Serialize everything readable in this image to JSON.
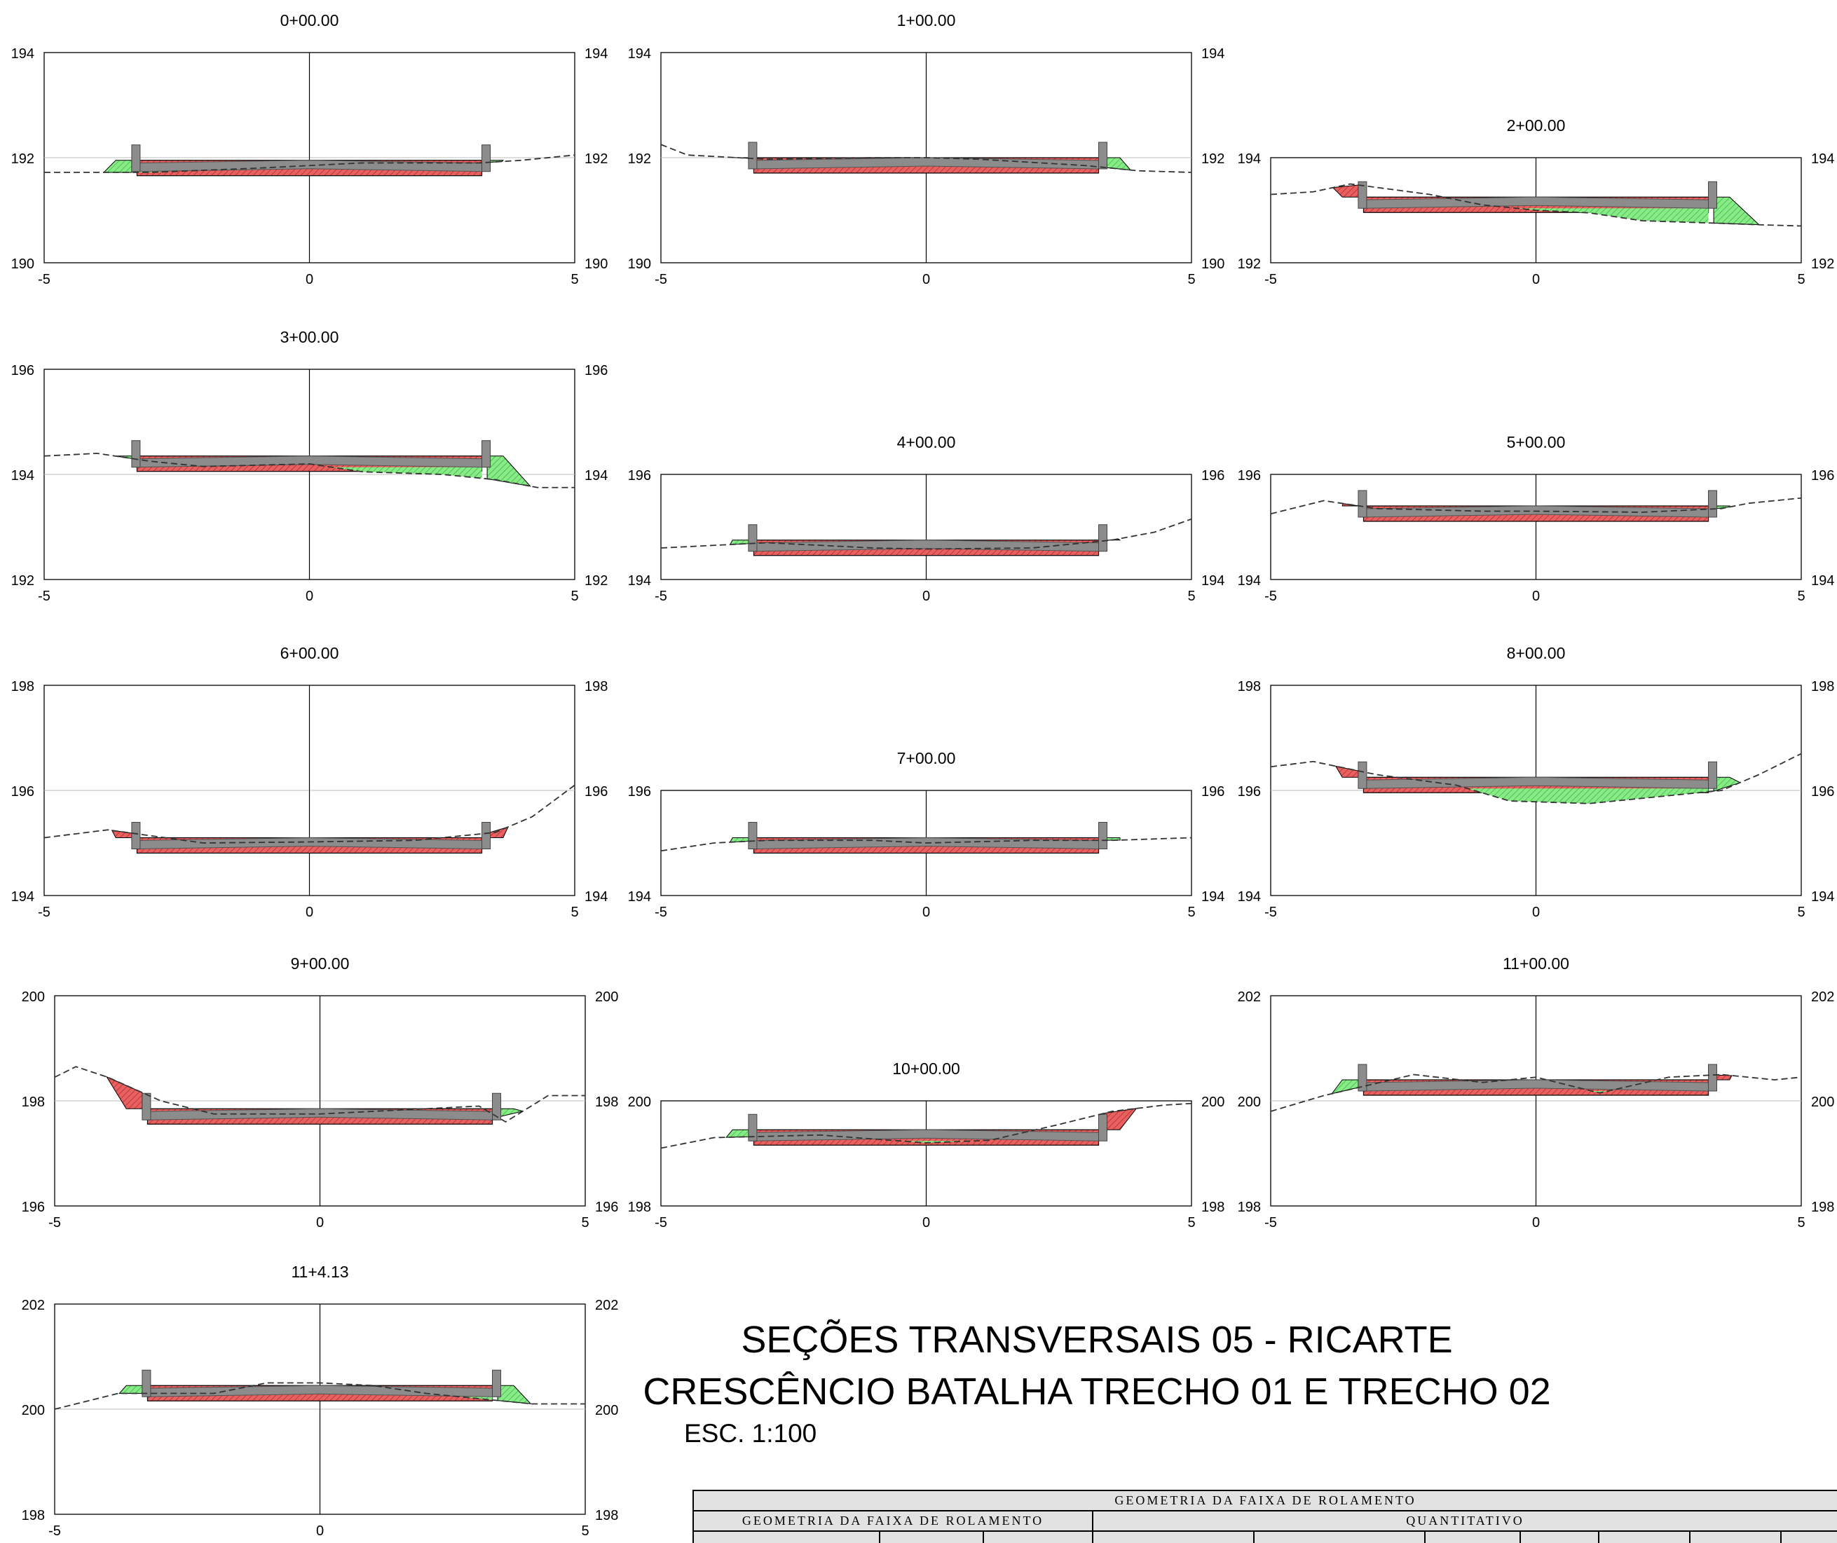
{
  "sections": [
    {
      "station": "0+00.00",
      "y_min": 190,
      "y_max": 194,
      "y_ticks": [
        194,
        192,
        190
      ],
      "x_ticks": [
        -5,
        0,
        5
      ],
      "road_elev": 191.95,
      "ground": [
        [
          -5,
          191.72
        ],
        [
          -3,
          191.72
        ],
        [
          -1,
          191.8
        ],
        [
          0,
          191.85
        ],
        [
          1,
          191.9
        ],
        [
          3.2,
          191.9
        ],
        [
          4,
          191.95
        ],
        [
          5,
          192.05
        ]
      ]
    },
    {
      "station": "1+00.00",
      "y_min": 190,
      "y_max": 194,
      "y_ticks": [
        194,
        192,
        190
      ],
      "x_ticks": [
        -5,
        0,
        5
      ],
      "road_elev": 192.0,
      "ground": [
        [
          -5,
          192.25
        ],
        [
          -4.5,
          192.05
        ],
        [
          -3,
          191.97
        ],
        [
          -1,
          192.0
        ],
        [
          0,
          192.0
        ],
        [
          1,
          191.97
        ],
        [
          3,
          191.85
        ],
        [
          4,
          191.75
        ],
        [
          5,
          191.72
        ]
      ]
    },
    {
      "station": "2+00.00",
      "y_min": 192,
      "y_max": 194,
      "y_ticks": [
        194,
        192
      ],
      "x_ticks": [
        -5,
        0,
        5
      ],
      "road_elev": 193.25,
      "ground": [
        [
          -5,
          193.3
        ],
        [
          -4.2,
          193.35
        ],
        [
          -3.5,
          193.5
        ],
        [
          -2,
          193.3
        ],
        [
          -1,
          193.1
        ],
        [
          0,
          193.0
        ],
        [
          1,
          192.95
        ],
        [
          2,
          192.8
        ],
        [
          3.5,
          192.75
        ],
        [
          4.3,
          192.72
        ],
        [
          5,
          192.7
        ]
      ]
    },
    {
      "station": "3+00.00",
      "y_min": 192,
      "y_max": 196,
      "y_ticks": [
        196,
        194,
        192
      ],
      "x_ticks": [
        -5,
        0,
        5
      ],
      "road_elev": 194.35,
      "ground": [
        [
          -5,
          194.35
        ],
        [
          -4,
          194.4
        ],
        [
          -3,
          194.25
        ],
        [
          -2,
          194.15
        ],
        [
          0,
          194.2
        ],
        [
          1,
          194.05
        ],
        [
          2.5,
          194.0
        ],
        [
          3.5,
          193.9
        ],
        [
          4.3,
          193.75
        ],
        [
          5,
          193.75
        ]
      ]
    },
    {
      "station": "4+00.00",
      "y_min": 194,
      "y_max": 196,
      "y_ticks": [
        196,
        194
      ],
      "x_ticks": [
        -5,
        0,
        5
      ],
      "road_elev": 194.75,
      "ground": [
        [
          -5,
          194.6
        ],
        [
          -4,
          194.65
        ],
        [
          -3,
          194.7
        ],
        [
          -1,
          194.6
        ],
        [
          0,
          194.58
        ],
        [
          2,
          194.6
        ],
        [
          3.5,
          194.75
        ],
        [
          4.3,
          194.9
        ],
        [
          5,
          195.15
        ]
      ]
    },
    {
      "station": "5+00.00",
      "y_min": 194,
      "y_max": 196,
      "y_ticks": [
        196,
        194
      ],
      "x_ticks": [
        -5,
        0,
        5
      ],
      "road_elev": 195.4,
      "ground": [
        [
          -5,
          195.25
        ],
        [
          -4,
          195.5
        ],
        [
          -3,
          195.35
        ],
        [
          -1,
          195.3
        ],
        [
          0,
          195.3
        ],
        [
          2,
          195.28
        ],
        [
          3.5,
          195.35
        ],
        [
          4,
          195.45
        ],
        [
          5,
          195.55
        ]
      ]
    },
    {
      "station": "6+00.00",
      "y_min": 194,
      "y_max": 198,
      "y_ticks": [
        198,
        196,
        194
      ],
      "x_ticks": [
        -5,
        0,
        5
      ],
      "road_elev": 195.1,
      "ground": [
        [
          -5,
          195.1
        ],
        [
          -3.8,
          195.25
        ],
        [
          -2,
          195.0
        ],
        [
          0,
          195.02
        ],
        [
          2,
          195.05
        ],
        [
          3.5,
          195.2
        ],
        [
          4.2,
          195.5
        ],
        [
          5,
          196.1
        ]
      ]
    },
    {
      "station": "7+00.00",
      "y_min": 194,
      "y_max": 196,
      "y_ticks": [
        196,
        194
      ],
      "x_ticks": [
        -5,
        0,
        5
      ],
      "road_elev": 195.1,
      "ground": [
        [
          -5,
          194.85
        ],
        [
          -4,
          195.0
        ],
        [
          -3,
          195.05
        ],
        [
          -1,
          195.05
        ],
        [
          0,
          195.0
        ],
        [
          2,
          195.05
        ],
        [
          3.5,
          195.05
        ],
        [
          5,
          195.1
        ]
      ]
    },
    {
      "station": "8+00.00",
      "y_min": 194,
      "y_max": 198,
      "y_ticks": [
        198,
        196,
        194
      ],
      "x_ticks": [
        -5,
        0,
        5
      ],
      "road_elev": 196.25,
      "ground": [
        [
          -5,
          196.45
        ],
        [
          -4.2,
          196.55
        ],
        [
          -3,
          196.3
        ],
        [
          -1.5,
          196.1
        ],
        [
          -0.5,
          195.8
        ],
        [
          1,
          195.75
        ],
        [
          2.5,
          195.9
        ],
        [
          3.5,
          196.0
        ],
        [
          4.2,
          196.3
        ],
        [
          5,
          196.7
        ]
      ]
    },
    {
      "station": "9+00.00",
      "y_min": 196,
      "y_max": 200,
      "y_ticks": [
        200,
        198,
        196
      ],
      "x_ticks": [
        -5,
        0,
        5
      ],
      "road_elev": 197.85,
      "ground": [
        [
          -5,
          198.45
        ],
        [
          -4.6,
          198.65
        ],
        [
          -4,
          198.45
        ],
        [
          -3,
          198.0
        ],
        [
          -2,
          197.75
        ],
        [
          0,
          197.75
        ],
        [
          2,
          197.85
        ],
        [
          3,
          197.9
        ],
        [
          3.5,
          197.6
        ],
        [
          4.3,
          198.1
        ],
        [
          5,
          198.1
        ]
      ]
    },
    {
      "station": "10+00.00",
      "y_min": 198,
      "y_max": 200,
      "y_ticks": [
        200,
        198
      ],
      "x_ticks": [
        -5,
        0,
        5
      ],
      "road_elev": 199.45,
      "ground": [
        [
          -5,
          199.1
        ],
        [
          -4,
          199.3
        ],
        [
          -2,
          199.35
        ],
        [
          0,
          199.2
        ],
        [
          1.2,
          199.25
        ],
        [
          2.5,
          199.55
        ],
        [
          3.5,
          199.8
        ],
        [
          4.5,
          199.92
        ],
        [
          5,
          199.95
        ]
      ]
    },
    {
      "station": "11+00.00",
      "y_min": 198,
      "y_max": 202,
      "y_ticks": [
        202,
        200,
        198
      ],
      "x_ticks": [
        -5,
        0,
        5
      ],
      "road_elev": 200.4,
      "ground": [
        [
          -5,
          199.8
        ],
        [
          -4,
          200.1
        ],
        [
          -2.3,
          200.5
        ],
        [
          -1,
          200.35
        ],
        [
          0,
          200.45
        ],
        [
          1.2,
          200.15
        ],
        [
          2.5,
          200.45
        ],
        [
          3.5,
          200.5
        ],
        [
          4.5,
          200.4
        ],
        [
          5,
          200.45
        ]
      ]
    },
    {
      "station": "11+4.13",
      "y_min": 198,
      "y_max": 202,
      "y_ticks": [
        202,
        200,
        198
      ],
      "x_ticks": [
        -5,
        0,
        5
      ],
      "road_elev": 200.45,
      "ground": [
        [
          -5,
          200.0
        ],
        [
          -3.8,
          200.3
        ],
        [
          -2,
          200.3
        ],
        [
          -1,
          200.5
        ],
        [
          0,
          200.5
        ],
        [
          1,
          200.45
        ],
        [
          2,
          200.3
        ],
        [
          3.5,
          200.15
        ],
        [
          4,
          200.1
        ],
        [
          5,
          200.1
        ]
      ]
    }
  ],
  "colors": {
    "cut": "#e86060",
    "cut_hatch": "#b03030",
    "fill": "#7ee67e",
    "fill_hatch": "#40a040",
    "pavement": "#8c8c8c",
    "ground": "#333333"
  },
  "title": {
    "line1": "SEÇÕES TRANSVERSAIS 05 -  RICARTE",
    "line2": "CRESCÊNCIO BATALHA TRECHO 01 E TRECHO 02",
    "scale": "ESC. 1:100"
  },
  "table": {
    "header": "GEOMETRIA DA FAIXA DE ROLAMENTO",
    "col1": "GEOMETRIA DA FAIXA DE ROLAMENTO",
    "col2": "QUANTITATIVO"
  }
}
